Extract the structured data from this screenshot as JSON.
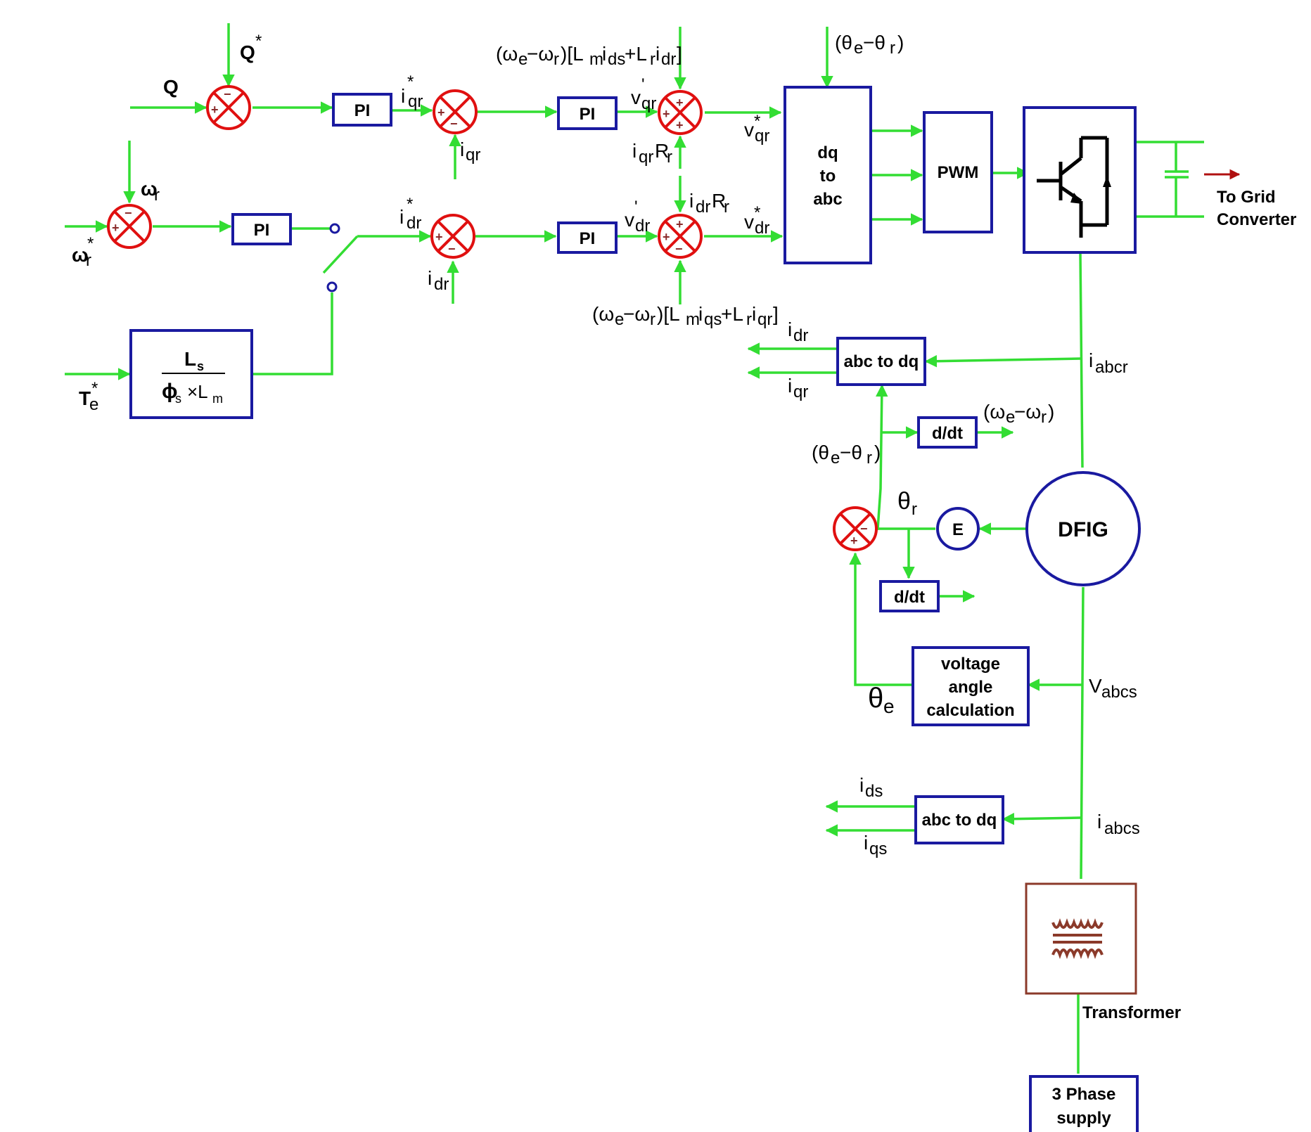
{
  "colors": {
    "signal": "#33dd33",
    "block_border": "#1a1aa0",
    "summer": "#e01010",
    "output_arrow": "#b01010",
    "transformer": "#8b3a2a"
  },
  "blocks": {
    "pi": "PI",
    "dq_to_abc": [
      "dq",
      "to",
      "abc"
    ],
    "pwm": "PWM",
    "abc_to_dq": "abc to dq",
    "ddt": "d/dt",
    "encoder": "E",
    "dfig": "DFIG",
    "voltage_angle": [
      "voltage",
      "angle",
      "calculation"
    ],
    "supply": [
      "3 Phase",
      "supply"
    ],
    "transformer_label": "Transformer",
    "grid_label": [
      "To Grid",
      "Converter"
    ],
    "flux_num": "L",
    "flux_num_sub": "s",
    "flux_den_phi": "ϕ",
    "flux_den_phi_sub": "s",
    "flux_den_rest": "×L",
    "flux_den_rest_sub": "m"
  },
  "signs": {
    "plus": "+",
    "minus": "−"
  },
  "labels": {
    "Q": "Q",
    "Q_star": "Q",
    "star": "*",
    "prime": "'",
    "omega": "ω",
    "theta": "θ",
    "i": "i",
    "v": "v",
    "T": "T",
    "V": "V",
    "sub_r": "r",
    "sub_e": "e",
    "sub_qr": "qr",
    "sub_dr": "dr",
    "sub_ds": "ds",
    "sub_qs": "qs",
    "sub_abcr": "abcr",
    "sub_abcs": "abcs",
    "R": "R",
    "ff_q_open": "(ω",
    "ff_q_mid": " −ω",
    "ff_q_br": ")[L",
    "ff_q_m": "m",
    "ff_plus": " +L",
    "ff_close": "]",
    "theta_diff_open": "(θ",
    "theta_diff_mid": " −θ",
    "paren_close": ")",
    "omega_diff_open": "(ω",
    "omega_diff_mid": " −ω"
  }
}
